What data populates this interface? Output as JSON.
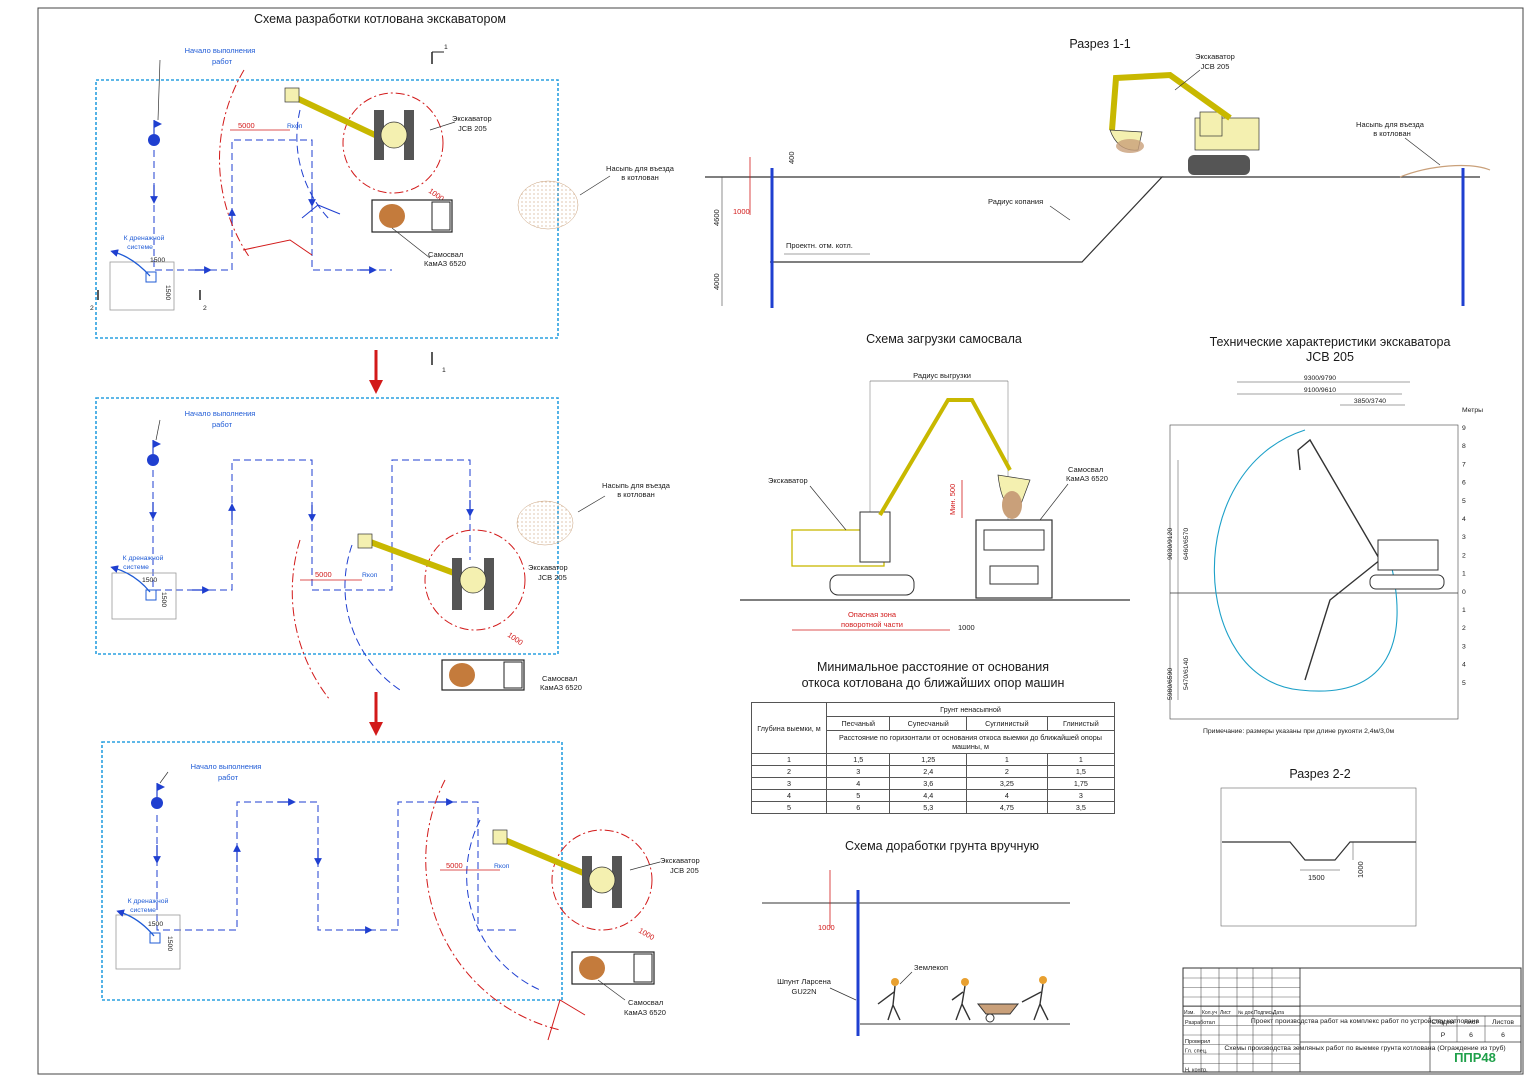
{
  "titles": {
    "main_scheme": "Схема разработки котлована экскаватором",
    "section_1_1": "Разрез 1-1",
    "loading_scheme": "Схема загрузки самосвала",
    "tech_char_line1": "Технические характеристики экскаватора",
    "tech_char_line2": "JCB 205",
    "min_dist_line1": "Минимальное расстояние от основания",
    "min_dist_line2": "откоса котлована до ближайших опор машин",
    "manual_scheme": "Схема доработки грунта вручную",
    "section_2_2": "Разрез 2-2"
  },
  "plan": {
    "start_line1": "Начало выполнения",
    "start_line2": "работ",
    "excavator_line1": "Экскаватор",
    "excavator_line2": "JCB 205",
    "truck_line1": "Самосвал",
    "truck_line2": "КамАЗ 6520",
    "mound_line1": "Насыпь для въезда",
    "mound_line2": "в котлован",
    "drain_line1": "К дренажной",
    "drain_line2": "системе",
    "dim_5000": "5000",
    "dim_1000": "1000",
    "dim_1500": "1500",
    "r_label": "Rкоп",
    "mark_1": "1",
    "mark_2": "2"
  },
  "section11": {
    "excavator_line1": "Экскаватор",
    "excavator_line2": "JCB 205",
    "mound_line1": "Насыпь для въезда",
    "mound_line2": "в котлован",
    "radius": "Радиус копания",
    "design_mark": "Проектн. отм. котл.",
    "dim_400": "400",
    "dim_1000": "1000",
    "dim_4600": "4600",
    "dim_4000": "4000"
  },
  "loading": {
    "radius": "Радиус выгрузки",
    "excavator": "Экскаватор",
    "truck_line1": "Самосвал",
    "truck_line2": "КамАЗ 6520",
    "min500": "Мин. 500",
    "danger_line1": "Опасная зона",
    "danger_line2": "поворотной части",
    "dim_1000": "1000"
  },
  "tech": {
    "dim_top1": "9300/9790",
    "dim_top2": "9100/9610",
    "dim_top3": "3850/3740",
    "meters": "Метры",
    "scale": [
      "9",
      "8",
      "7",
      "6",
      "5",
      "4",
      "3",
      "2",
      "1",
      "0",
      "1",
      "2",
      "3",
      "4",
      "5"
    ],
    "v1": "9030/9120",
    "v2": "6460/6570",
    "v3": "5980/6590",
    "v4": "5470/6140",
    "note": "Примечание: размеры указаны при длине рукояти 2,4м/3,0м"
  },
  "table": {
    "header_depth": "Глубина выемки, м",
    "header_soil": "Грунт ненасыпной",
    "soils": [
      "Песчаный",
      "Супесчаный",
      "Суглинистый",
      "Глинистый"
    ],
    "subheader": "Расстояние по горизонтали от основания откоса выемки до ближайшей опоры машины, м",
    "rows": [
      [
        "1",
        "1,5",
        "1,25",
        "1",
        "1"
      ],
      [
        "2",
        "3",
        "2,4",
        "2",
        "1,5"
      ],
      [
        "3",
        "4",
        "3,6",
        "3,25",
        "1,75"
      ],
      [
        "4",
        "5",
        "4,4",
        "4",
        "3"
      ],
      [
        "5",
        "6",
        "5,3",
        "4,75",
        "3,5"
      ]
    ]
  },
  "manual": {
    "digger": "Землекоп",
    "pile_line1": "Шпунт Ларсена",
    "pile_line2": "GU22N",
    "dim_1000": "1000"
  },
  "section22": {
    "dim_1500": "1500",
    "dim_1000": "1000"
  },
  "stamp": {
    "cols": [
      "Изм.",
      "Кол.уч",
      "Лист",
      "№ док.",
      "Подпись",
      "Дата"
    ],
    "roles": [
      "Разработал",
      "",
      "Проверил",
      "Гл. спец.",
      "",
      "Н. контр."
    ],
    "project": "Проект производства работ на комплекс работ по устройству котлована",
    "sheet_title": "Схемы производства земляных работ по выемке грунта котлована (Ограждение из труб)",
    "stage_h": "Стадия",
    "sheet_h": "Лист",
    "sheets_h": "Листов",
    "stage": "Р",
    "sheet": "6",
    "sheets": "6",
    "logo": "ППР48"
  }
}
